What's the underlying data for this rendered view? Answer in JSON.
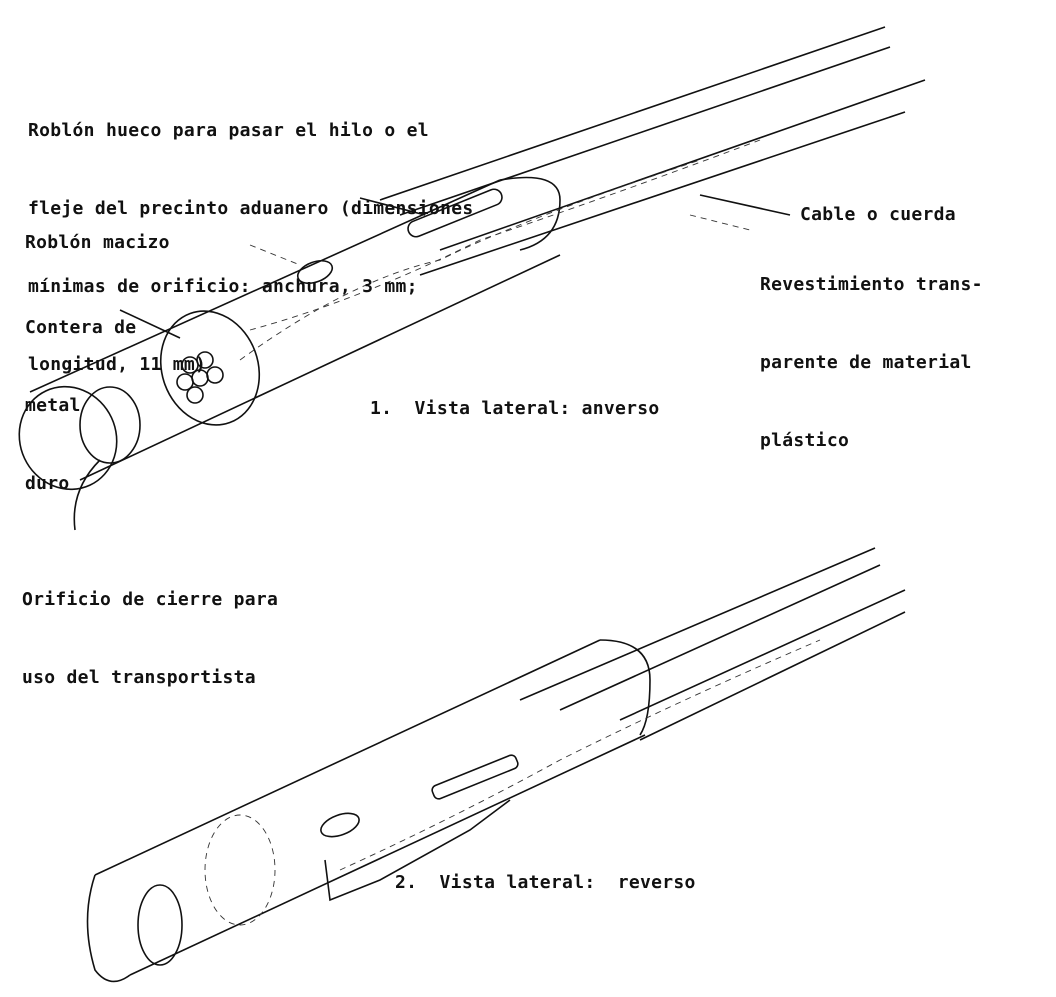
{
  "labels": {
    "hollow_rivet": [
      "Roblón hueco para pasar el hilo o el",
      "fleje del precinto aduanero (dimensiones",
      "mínimas de orificio: anchura, 3 mm;",
      "longitud, 11 mm)"
    ],
    "cable": "Cable o cuerda",
    "coating": [
      "Revestimiento trans-",
      "parente de material",
      "plástico"
    ],
    "solid_rivet": "Roblón macizo",
    "end_cap": [
      "Contera de",
      "metal",
      "duro"
    ],
    "closure_hole": [
      "Orificio de cierre para",
      "uso del transportista"
    ],
    "view1": "1.  Vista lateral: anverso",
    "view2": "2.  Vista lateral:  reverso"
  }
}
